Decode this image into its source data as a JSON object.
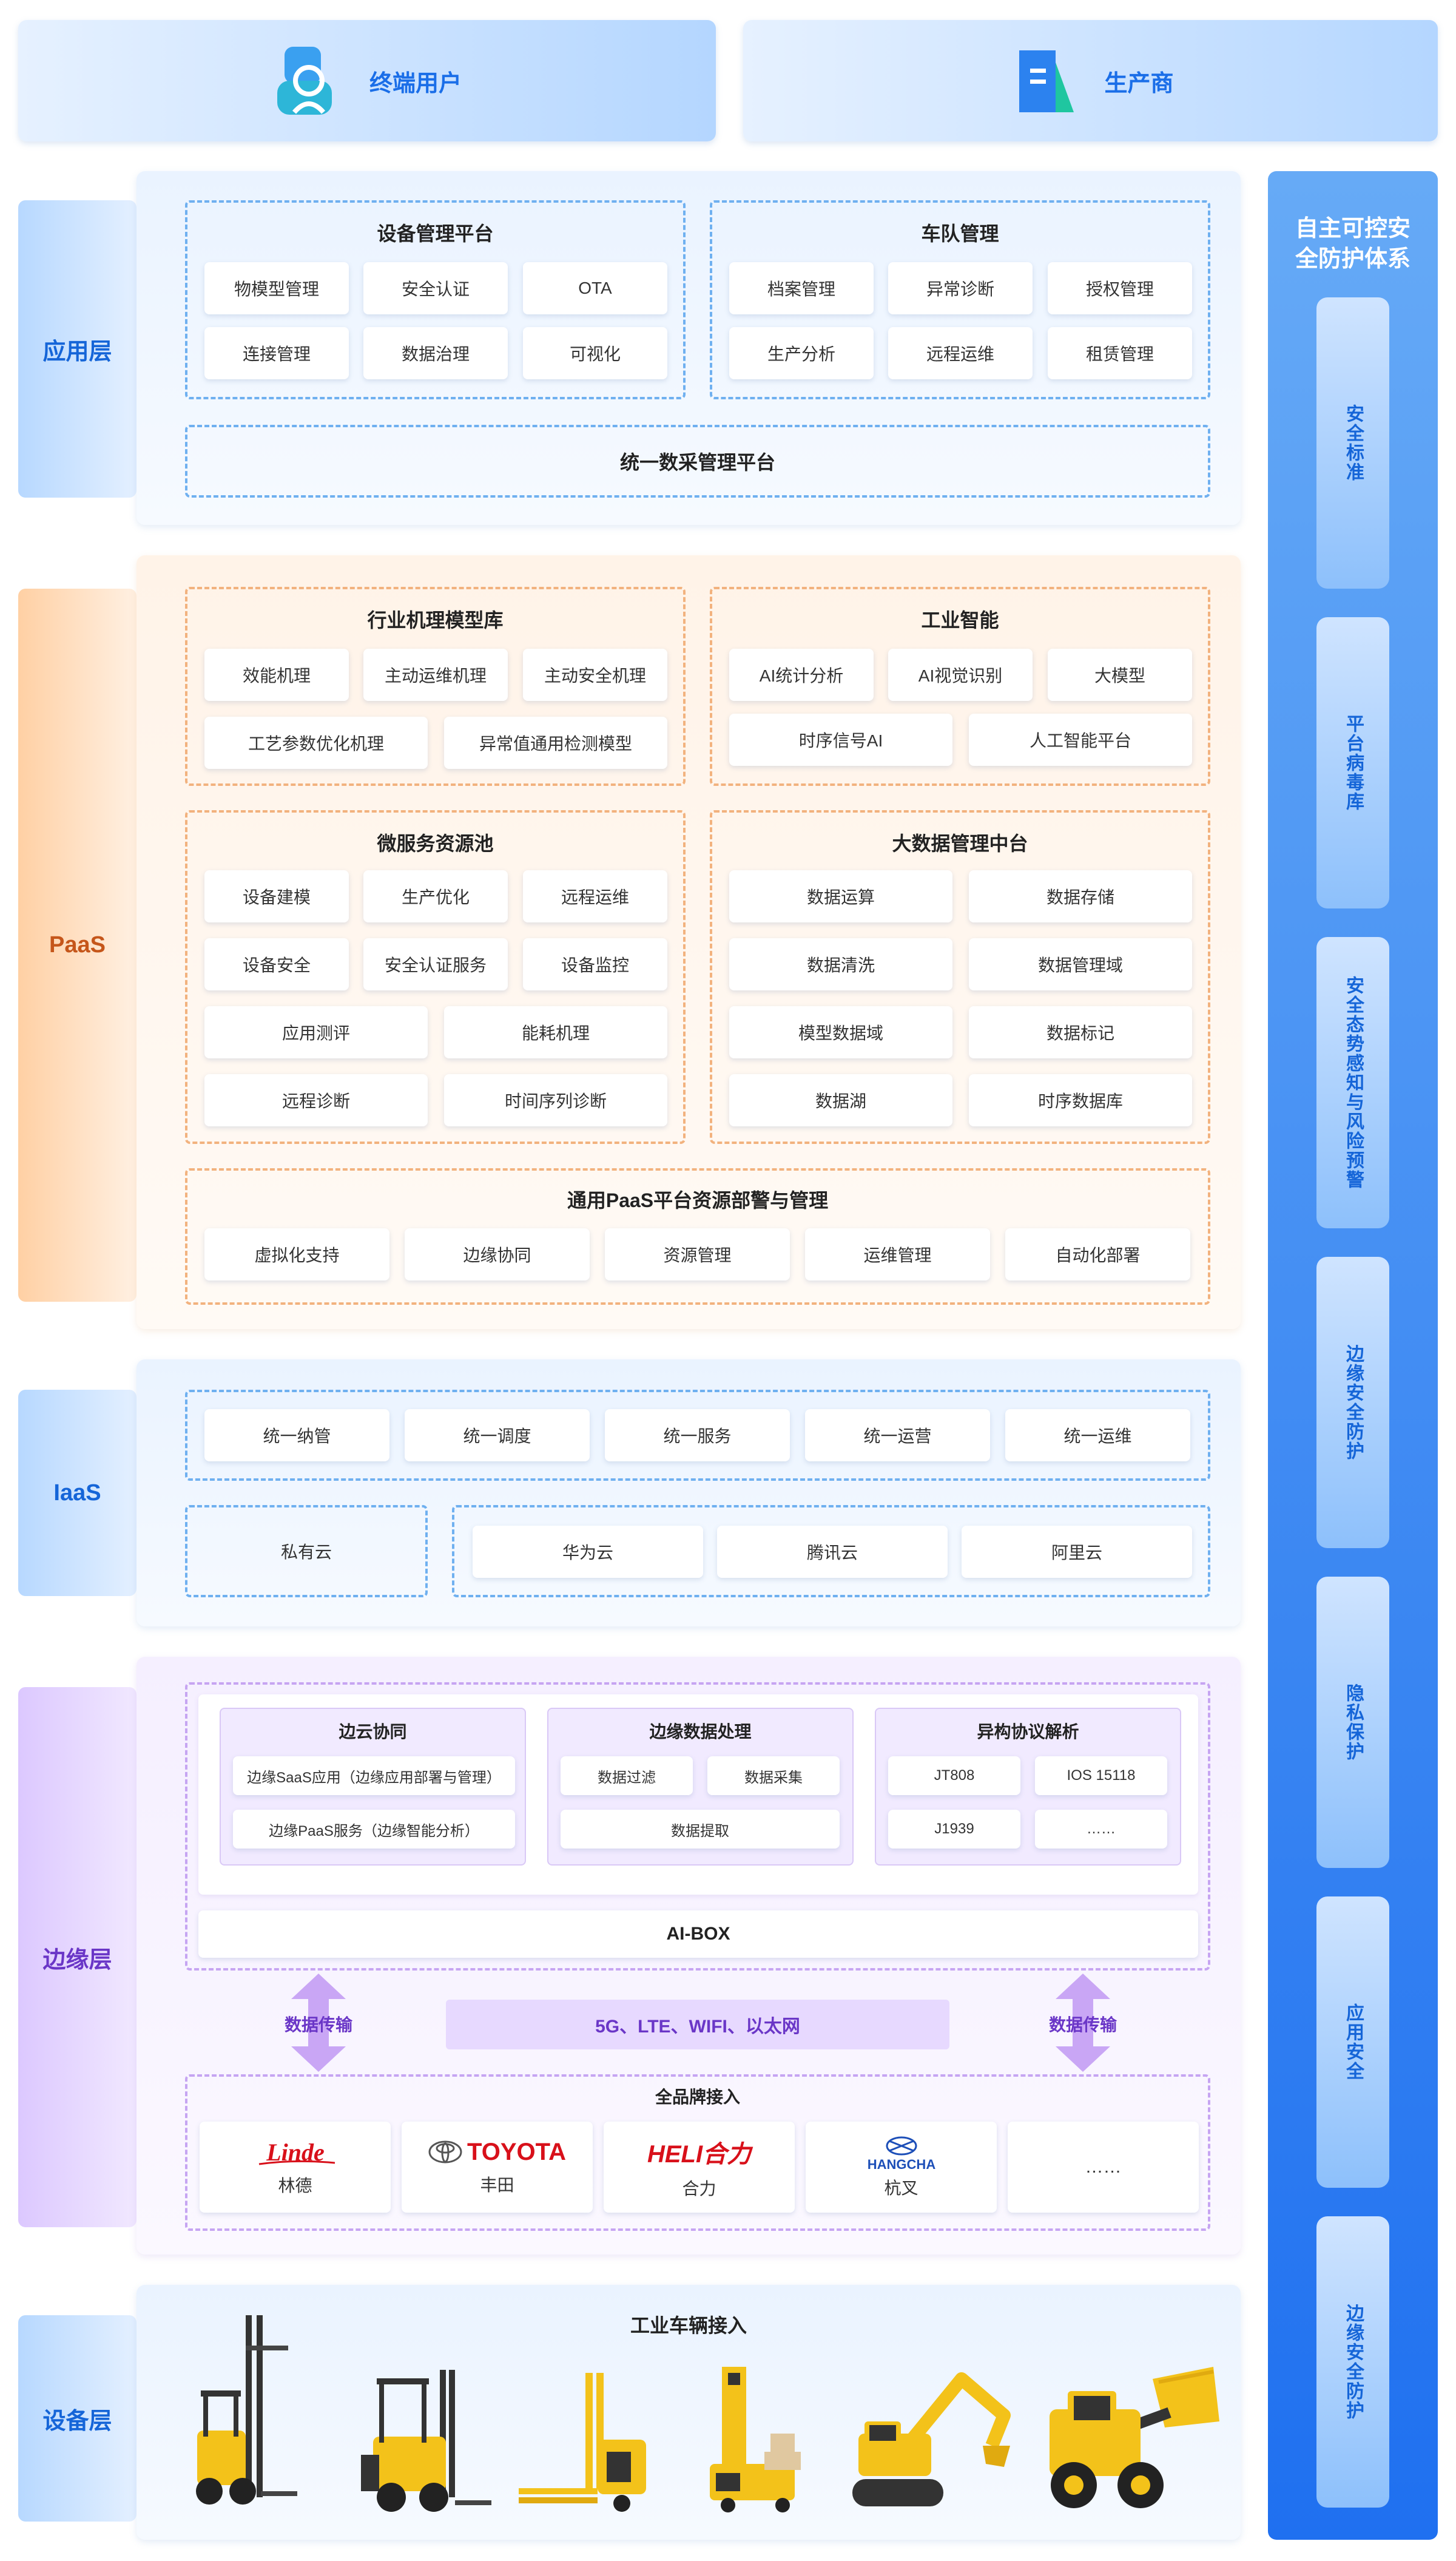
{
  "top": {
    "end_user": "终端用户",
    "manufacturer": "生产商"
  },
  "layers": {
    "app": "应用层",
    "paas": "PaaS",
    "iaas": "IaaS",
    "edge": "边缘层",
    "device": "设备层"
  },
  "app": {
    "device_mgmt": {
      "title": "设备管理平台",
      "items": [
        "物模型管理",
        "安全认证",
        "OTA",
        "连接管理",
        "数据治理",
        "可视化"
      ]
    },
    "fleet_mgmt": {
      "title": "车队管理",
      "items": [
        "档案管理",
        "异常诊断",
        "授权管理",
        "生产分析",
        "远程运维",
        "租赁管理"
      ]
    },
    "unified": "统一数采管理平台"
  },
  "paas": {
    "mechanism": {
      "title": "行业机理模型库",
      "items": [
        "效能机理",
        "主动运维机理",
        "主动安全机理",
        "工艺参数优化机理",
        "异常值通用检测模型"
      ]
    },
    "ai": {
      "title": "工业智能",
      "items": [
        "AI统计分析",
        "AI视觉识别",
        "大模型",
        "时序信号AI",
        "人工智能平台"
      ]
    },
    "micro": {
      "title": "微服务资源池",
      "items": [
        "设备建模",
        "生产优化",
        "远程运维",
        "设备安全",
        "安全认证服务",
        "设备监控",
        "应用测评",
        "能耗机理",
        "远程诊断",
        "时间序列诊断"
      ]
    },
    "bigdata": {
      "title": "大数据管理中台",
      "items": [
        "数据运算",
        "数据存储",
        "数据清洗",
        "数据管理域",
        "模型数据域",
        "数据标记",
        "数据湖",
        "时序数据库"
      ]
    },
    "general": {
      "title": "通用PaaS平台资源部警与管理",
      "items": [
        "虚拟化支持",
        "边缘协同",
        "资源管理",
        "运维管理",
        "自动化部署"
      ]
    }
  },
  "iaas": {
    "unified": [
      "统一纳管",
      "统一调度",
      "统一服务",
      "统一运营",
      "统一运维"
    ],
    "private": "私有云",
    "public": [
      "华为云",
      "腾讯云",
      "阿里云"
    ]
  },
  "edge": {
    "collab": {
      "title": "边云协同",
      "items": [
        "边缘SaaS应用（边缘应用部署与管理）",
        "边缘PaaS服务（边缘智能分析）"
      ]
    },
    "processing": {
      "title": "边缘数据处理",
      "items": [
        "数据过滤",
        "数据采集",
        "数据提取"
      ]
    },
    "protocol": {
      "title": "异构协议解析",
      "items": [
        "JT808",
        "IOS 15118",
        "J1939",
        "……"
      ]
    },
    "aibox": "AI-BOX",
    "transfer_left": "数据传输",
    "transfer_right": "数据传输",
    "network": "5G、LTE、WIFI、以太网",
    "brands_title": "全品牌接入",
    "brands": [
      {
        "logo": "Linde",
        "name": "林德"
      },
      {
        "logo": "TOYOTA",
        "name": "丰田"
      },
      {
        "logo": "HELI合力",
        "name": "合力"
      },
      {
        "logo": "HANGCHA",
        "name": "杭叉"
      },
      {
        "logo": "",
        "name": "……"
      }
    ]
  },
  "device": {
    "title": "工业车辆接入"
  },
  "security": {
    "title_line1": "自主可控安",
    "title_line2": "全防护体系",
    "items": [
      "安全标准",
      "平台病毒库",
      "安全态势感知与风险预警",
      "边缘安全防护",
      "隐私保护",
      "应用安全",
      "边缘安全防护"
    ]
  },
  "colors": {
    "blue": "#1565d8",
    "orange": "#c5561a",
    "purple": "#6a36c7",
    "logo_red": "#d8101a",
    "logo_blue": "#1d4fb8"
  }
}
